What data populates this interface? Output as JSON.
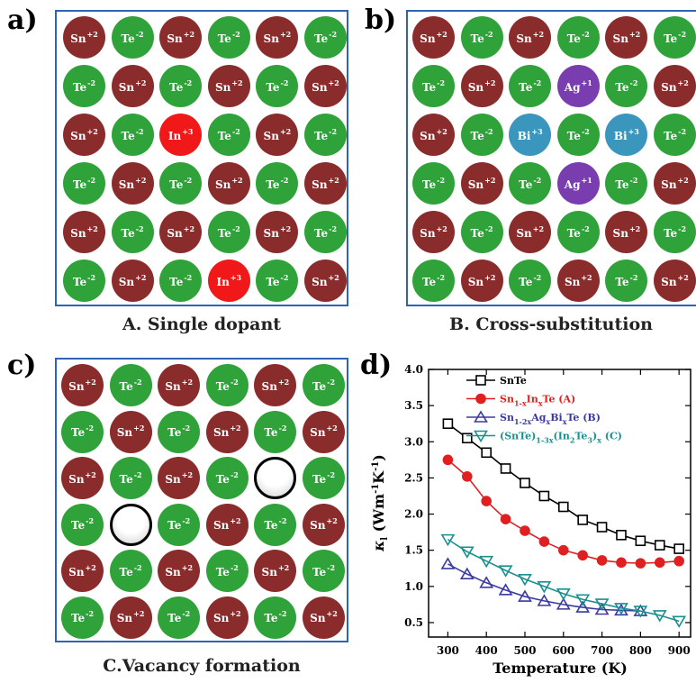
{
  "panels": [
    {
      "label": "a)",
      "caption": "A. Single dopant",
      "rows": [
        [
          "Sn+2",
          "Te-2",
          "Sn+2",
          "Te-2",
          "Sn+2",
          "Te-2"
        ],
        [
          "Te-2",
          "Sn+2",
          "Te-2",
          "Sn+2",
          "Te-2",
          "Sn+2"
        ],
        [
          "Sn+2",
          "Te-2",
          "In+3",
          "Te-2",
          "Sn+2",
          "Te-2"
        ],
        [
          "Te-2",
          "Sn+2",
          "Te-2",
          "Sn+2",
          "Te-2",
          "Sn+2"
        ],
        [
          "Sn+2",
          "Te-2",
          "Sn+2",
          "Te-2",
          "Sn+2",
          "Te-2"
        ],
        [
          "Te-2",
          "Sn+2",
          "Te-2",
          "In+3",
          "Te-2",
          "Sn+2"
        ]
      ]
    },
    {
      "label": "b)",
      "caption": "B. Cross-substitution",
      "rows": [
        [
          "Sn+2",
          "Te-2",
          "Sn+2",
          "Te-2",
          "Sn+2",
          "Te-2"
        ],
        [
          "Te-2",
          "Sn+2",
          "Te-2",
          "Ag+1",
          "Te-2",
          "Sn+2"
        ],
        [
          "Sn+2",
          "Te-2",
          "Bi+3",
          "Te-2",
          "Bi+3",
          "Te-2"
        ],
        [
          "Te-2",
          "Sn+2",
          "Te-2",
          "Ag+1",
          "Te-2",
          "Sn+2"
        ],
        [
          "Sn+2",
          "Te-2",
          "Sn+2",
          "Te-2",
          "Sn+2",
          "Te-2"
        ],
        [
          "Te-2",
          "Sn+2",
          "Te-2",
          "Sn+2",
          "Te-2",
          "Sn+2"
        ]
      ]
    },
    {
      "label": "c)",
      "caption": "C.Vacancy formation",
      "rows": [
        [
          "Sn+2",
          "Te-2",
          "Sn+2",
          "Te-2",
          "Sn+2",
          "Te-2"
        ],
        [
          "Te-2",
          "Sn+2",
          "Te-2",
          "Sn+2",
          "Te-2",
          "Sn+2"
        ],
        [
          "Sn+2",
          "Te-2",
          "Sn+2",
          "Te-2",
          "vacancy",
          "Te-2"
        ],
        [
          "Te-2",
          "vacancy",
          "Te-2",
          "Sn+2",
          "Te-2",
          "Sn+2"
        ],
        [
          "Sn+2",
          "Te-2",
          "Sn+2",
          "Te-2",
          "Sn+2",
          "Te-2"
        ],
        [
          "Te-2",
          "Sn+2",
          "Te-2",
          "Sn+2",
          "Te-2",
          "Sn+2"
        ]
      ]
    }
  ],
  "ion_colors": {
    "Sn": "#8b2c2c",
    "Te": "#2fa33a",
    "In": "#f01818",
    "Ag": "#7a3db0",
    "Bi": "#3b96be"
  },
  "chart_label": "d)",
  "chart_data": {
    "type": "line",
    "title": "",
    "xlabel": "Temperature (K)",
    "ylabel": "κl (Wm-1K-1)",
    "xlim": [
      250,
      930
    ],
    "ylim": [
      0.3,
      4.0
    ],
    "xticks": [
      "300",
      "400",
      "500",
      "600",
      "700",
      "800",
      "900"
    ],
    "yticks": [
      "0.5",
      "1.0",
      "1.5",
      "2.0",
      "2.5",
      "3.0",
      "3.5",
      "4.0"
    ],
    "legend_position": "top-right",
    "series": [
      {
        "name": "SnTe",
        "legend_main": "SnTe",
        "legend_sub": "",
        "legend_tail": "",
        "color": "#000000",
        "marker": "square-open",
        "x": [
          300,
          350,
          400,
          450,
          500,
          550,
          600,
          650,
          700,
          750,
          800,
          850,
          900
        ],
        "y": [
          3.25,
          3.05,
          2.85,
          2.63,
          2.43,
          2.25,
          2.1,
          1.92,
          1.82,
          1.71,
          1.63,
          1.57,
          1.52
        ]
      },
      {
        "name": "Sn1-xInxTe (A)",
        "legend_main": "Sn",
        "legend_sub": "1-x",
        "legend_tail": "In|x|Te (A)",
        "color": "#e02020",
        "marker": "circle-filled",
        "x": [
          300,
          350,
          400,
          450,
          500,
          550,
          600,
          650,
          700,
          750,
          800,
          850,
          900
        ],
        "y": [
          2.75,
          2.52,
          2.18,
          1.93,
          1.77,
          1.62,
          1.5,
          1.43,
          1.36,
          1.33,
          1.32,
          1.33,
          1.35
        ]
      },
      {
        "name": "Sn1-2xAgxBixTe (B)",
        "legend_main": "Sn",
        "legend_sub": "1-2x",
        "legend_tail": "Ag|x|Bi|x|Te (B)",
        "color": "#3a3aa0",
        "marker": "triangle-up-open",
        "x": [
          300,
          350,
          400,
          450,
          500,
          550,
          600,
          650,
          700,
          750,
          800
        ],
        "y": [
          1.31,
          1.17,
          1.05,
          0.95,
          0.86,
          0.8,
          0.75,
          0.71,
          0.68,
          0.67,
          0.66
        ]
      },
      {
        "name": "(SnTe)1-3x(In2Te3)x (C)",
        "legend_main": "(SnTe)",
        "legend_sub": "1-3x",
        "legend_tail": "(In|2|Te|3|)|x| (C)",
        "color": "#1a8f8f",
        "marker": "triangle-down-open",
        "x": [
          300,
          350,
          400,
          450,
          500,
          550,
          600,
          650,
          700,
          750,
          800,
          850,
          900
        ],
        "y": [
          1.65,
          1.48,
          1.35,
          1.22,
          1.1,
          1.0,
          0.9,
          0.82,
          0.76,
          0.7,
          0.66,
          0.6,
          0.52
        ]
      }
    ]
  }
}
